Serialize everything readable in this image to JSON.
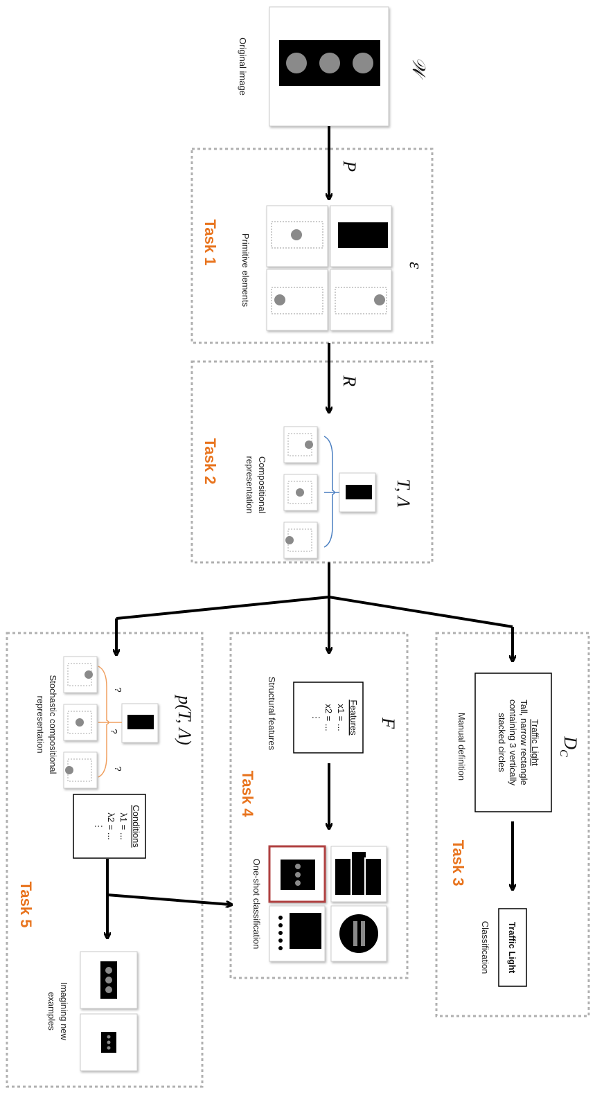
{
  "inputs": {
    "image_caption": "Original image",
    "image_symbol": "𝒲"
  },
  "arrows": {
    "p": "P",
    "r": "R"
  },
  "task1": {
    "title": "Task 1",
    "symbol": "ε",
    "caption": "Primitive elements"
  },
  "task2": {
    "title": "Task 2",
    "symbol": "T, Λ",
    "caption_line1": "Compositional",
    "caption_line2": "representation"
  },
  "task3": {
    "title": "Task 3",
    "symbol": "D",
    "symbol_sub": "C",
    "def_title": "Traffic Light",
    "def_line1": "Tall, narrow rectangle",
    "def_line2": "containing 3 vertically",
    "def_line3": "stacked circles",
    "def_caption": "Manual definition",
    "result_label": "Traffic Light",
    "result_caption": "Classification"
  },
  "task4": {
    "title": "Task 4",
    "symbol": "F",
    "features_title": "Features",
    "feature_1": "x1 = ...",
    "feature_2": "x2 = ...",
    "features_more": "⋮",
    "features_caption": "Structural features",
    "result_caption": "One-shot classification"
  },
  "task5": {
    "title": "Task 5",
    "symbol": "p(T, Λ)",
    "question_mark": "?",
    "caption_line1": "Stochastic compositional",
    "caption_line2": "representation",
    "conditions_title": "Conditions",
    "condition_1": "λ1 = ...",
    "condition_2": "λ2 = ...",
    "conditions_more": "⋮",
    "result_caption_line1": "Imagining new",
    "result_caption_line2": "examples"
  },
  "colors": {
    "accent": "#e8741e",
    "link_blue": "#4a7fc1",
    "link_orange": "#f0a060",
    "dash_gray": "#b0b0b0",
    "highlight_red": "#b04040"
  }
}
